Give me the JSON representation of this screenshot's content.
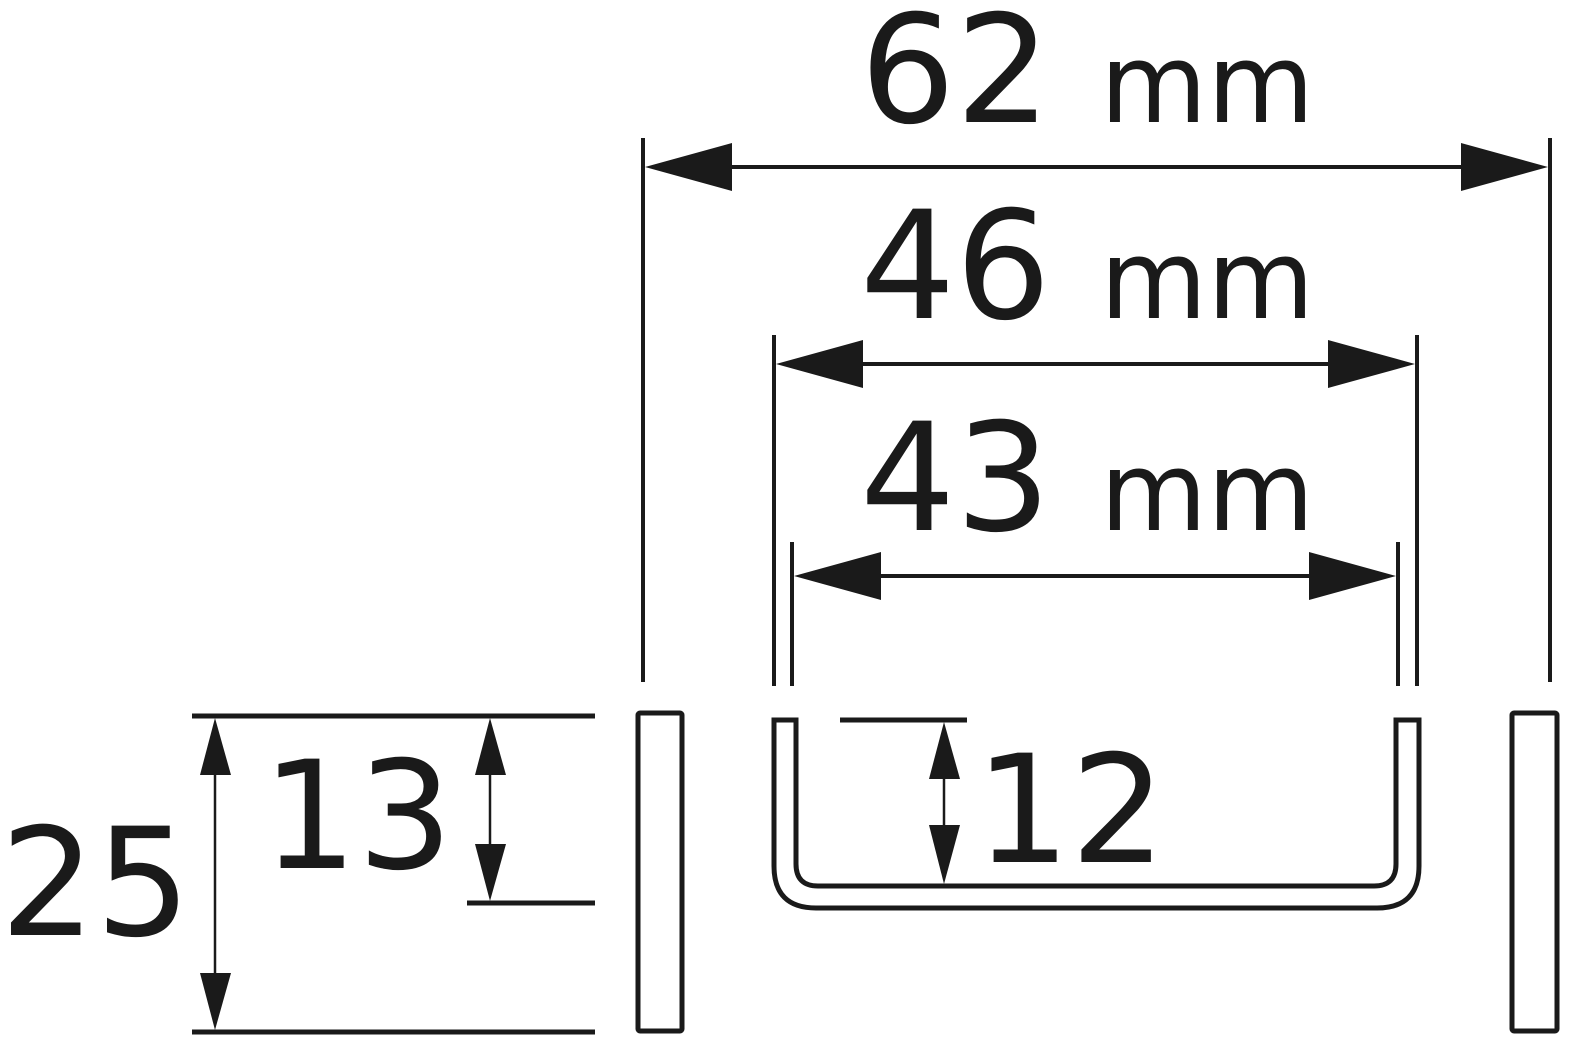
{
  "diagram": {
    "type": "dimension-drawing",
    "colors": {
      "ink": "#1a1a1a",
      "background": "#ffffff"
    },
    "dimensions": {
      "overall_width": {
        "value": "62",
        "unit": "mm",
        "label": "62 mm"
      },
      "outer_handle_width": {
        "value": "46",
        "unit": "mm",
        "label": "46 mm"
      },
      "inner_handle_width": {
        "value": "43",
        "unit": "mm",
        "label": "43 mm"
      },
      "total_height": {
        "value": "25",
        "label": "25"
      },
      "upper_height": {
        "value": "13",
        "label": "13"
      },
      "handle_depth": {
        "value": "12",
        "label": "12"
      }
    }
  }
}
